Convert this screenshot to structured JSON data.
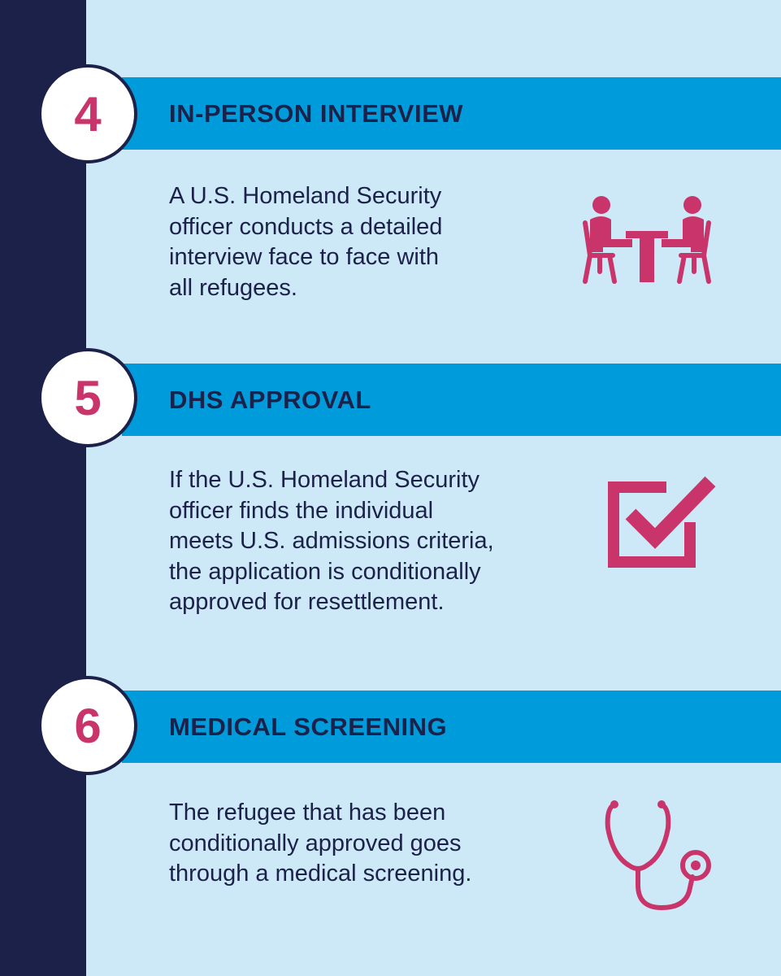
{
  "steps": [
    {
      "number": "4",
      "title": "IN-PERSON INTERVIEW",
      "lines": [
        "A U.S. Homeland Security",
        "officer conducts a detailed",
        "interview face to face with",
        "all refugees."
      ],
      "icon": "interview-icon"
    },
    {
      "number": "5",
      "title": "DHS APPROVAL",
      "lines": [
        "If the U.S. Homeland Security",
        "officer finds the individual",
        "meets U.S. admissions criteria,",
        "the application is conditionally",
        "approved for resettlement."
      ],
      "icon": "checkbox-icon"
    },
    {
      "number": "6",
      "title": "MEDICAL SCREENING",
      "lines": [
        "The refugee that has been",
        "conditionally approved goes",
        "through a medical screening."
      ],
      "icon": "stethoscope-icon"
    }
  ],
  "colors": {
    "background": "#cde9f7",
    "sidebar": "#1b2149",
    "band": "#009bdb",
    "accent": "#c9356a",
    "text": "#1b2149"
  }
}
